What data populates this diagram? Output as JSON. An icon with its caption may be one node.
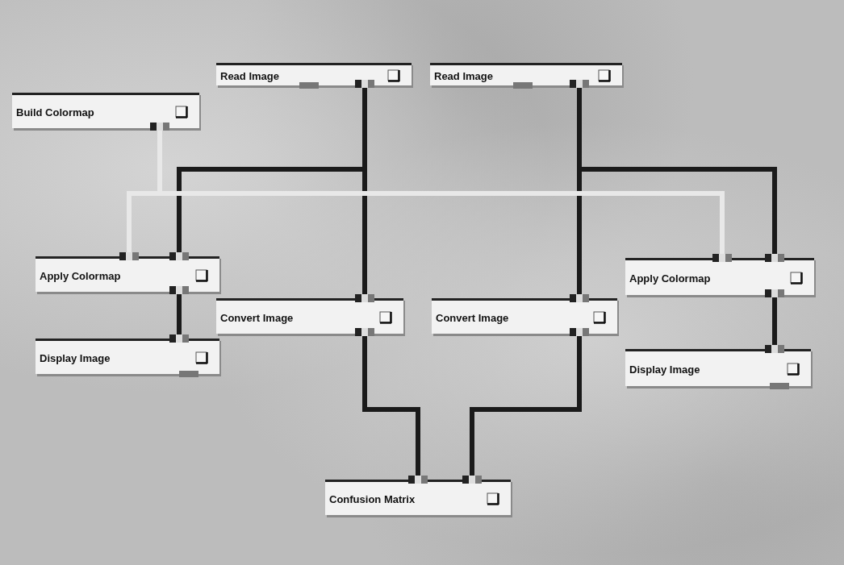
{
  "diagram": {
    "nodes": [
      {
        "text": [
          "Build Colormap"
        ]
      },
      {
        "text": [
          "Read Image"
        ]
      },
      {
        "text": [
          "Read Image"
        ]
      },
      {
        "text": [
          "Apply Colormap"
        ]
      },
      {
        "text": [
          "Convert Image"
        ]
      },
      {
        "text": [
          "Convert Image"
        ]
      },
      {
        "text": [
          "Apply Colormap"
        ]
      },
      {
        "text": [
          "Display Image"
        ]
      },
      {
        "text": [
          "Display Image"
        ]
      },
      {
        "text": [
          "Confusion Matrix"
        ]
      }
    ],
    "edges": [
      {
        "from": 1,
        "to": 4,
        "arrow": "none"
      },
      {
        "from": 1,
        "to": 3,
        "arrow": "none"
      },
      {
        "from": 2,
        "to": 5,
        "arrow": "none"
      },
      {
        "from": 2,
        "to": 6,
        "arrow": "none"
      },
      {
        "from": 3,
        "to": 7,
        "arrow": "none"
      },
      {
        "from": 6,
        "to": 8,
        "arrow": "none"
      },
      {
        "from": 4,
        "to": 9,
        "arrow": "none"
      },
      {
        "from": 5,
        "to": 9,
        "arrow": "none"
      },
      {
        "from": 0,
        "to": 3,
        "arrow": "none",
        "color": "#e8e8e8"
      },
      {
        "from": 0,
        "to": 6,
        "arrow": "none",
        "color": "#e8e8e8"
      }
    ]
  }
}
